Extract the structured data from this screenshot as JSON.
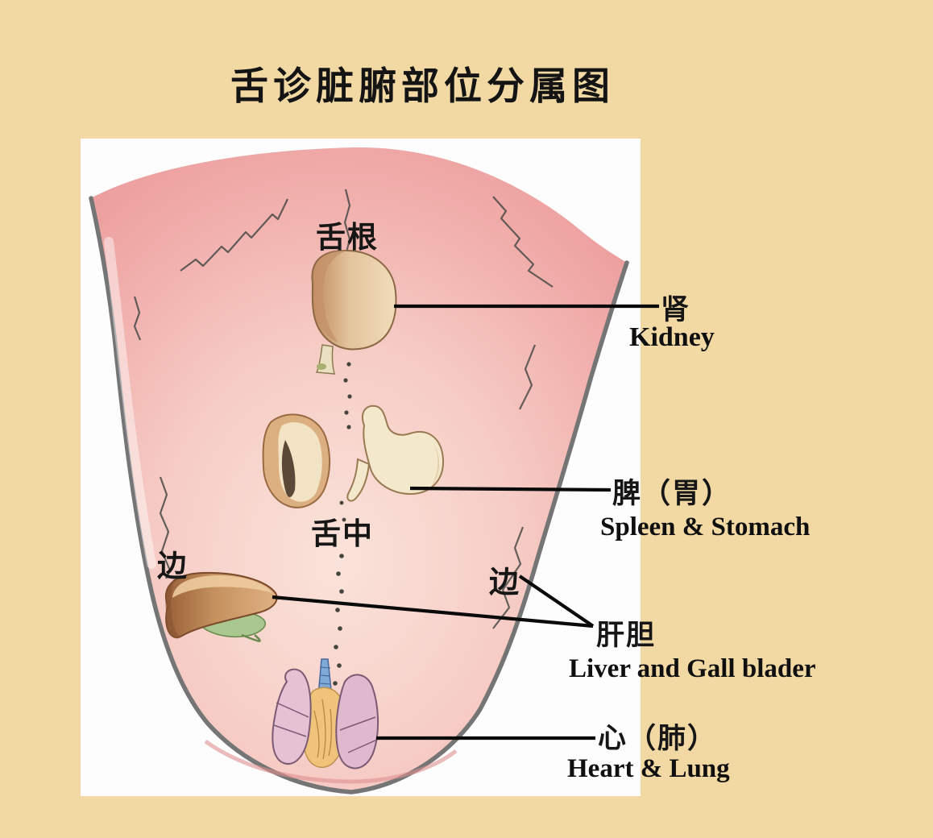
{
  "title": "舌诊脏腑部位分属图",
  "tongue": {
    "root_label": "舌根",
    "middle_label": "舌中",
    "left_side_label": "边",
    "right_side_label": "边"
  },
  "annotations": {
    "kidney": {
      "cn": "肾",
      "en": "Kidney"
    },
    "spleen": {
      "cn": "脾（胃）",
      "en": "Spleen & Stomach"
    },
    "liver": {
      "cn": "肝胆",
      "en": "Liver and Gall blader"
    },
    "heart": {
      "cn": "心（肺）",
      "en": "Heart & Lung"
    }
  },
  "colors": {
    "background": "#f2d9a4",
    "panel": "#fdfdfe",
    "tongue_edge": "#ea9898",
    "tongue_center": "#fae2da",
    "outline_gray": "#757575",
    "leader_line": "#0a0a0a",
    "text": "#141414"
  }
}
